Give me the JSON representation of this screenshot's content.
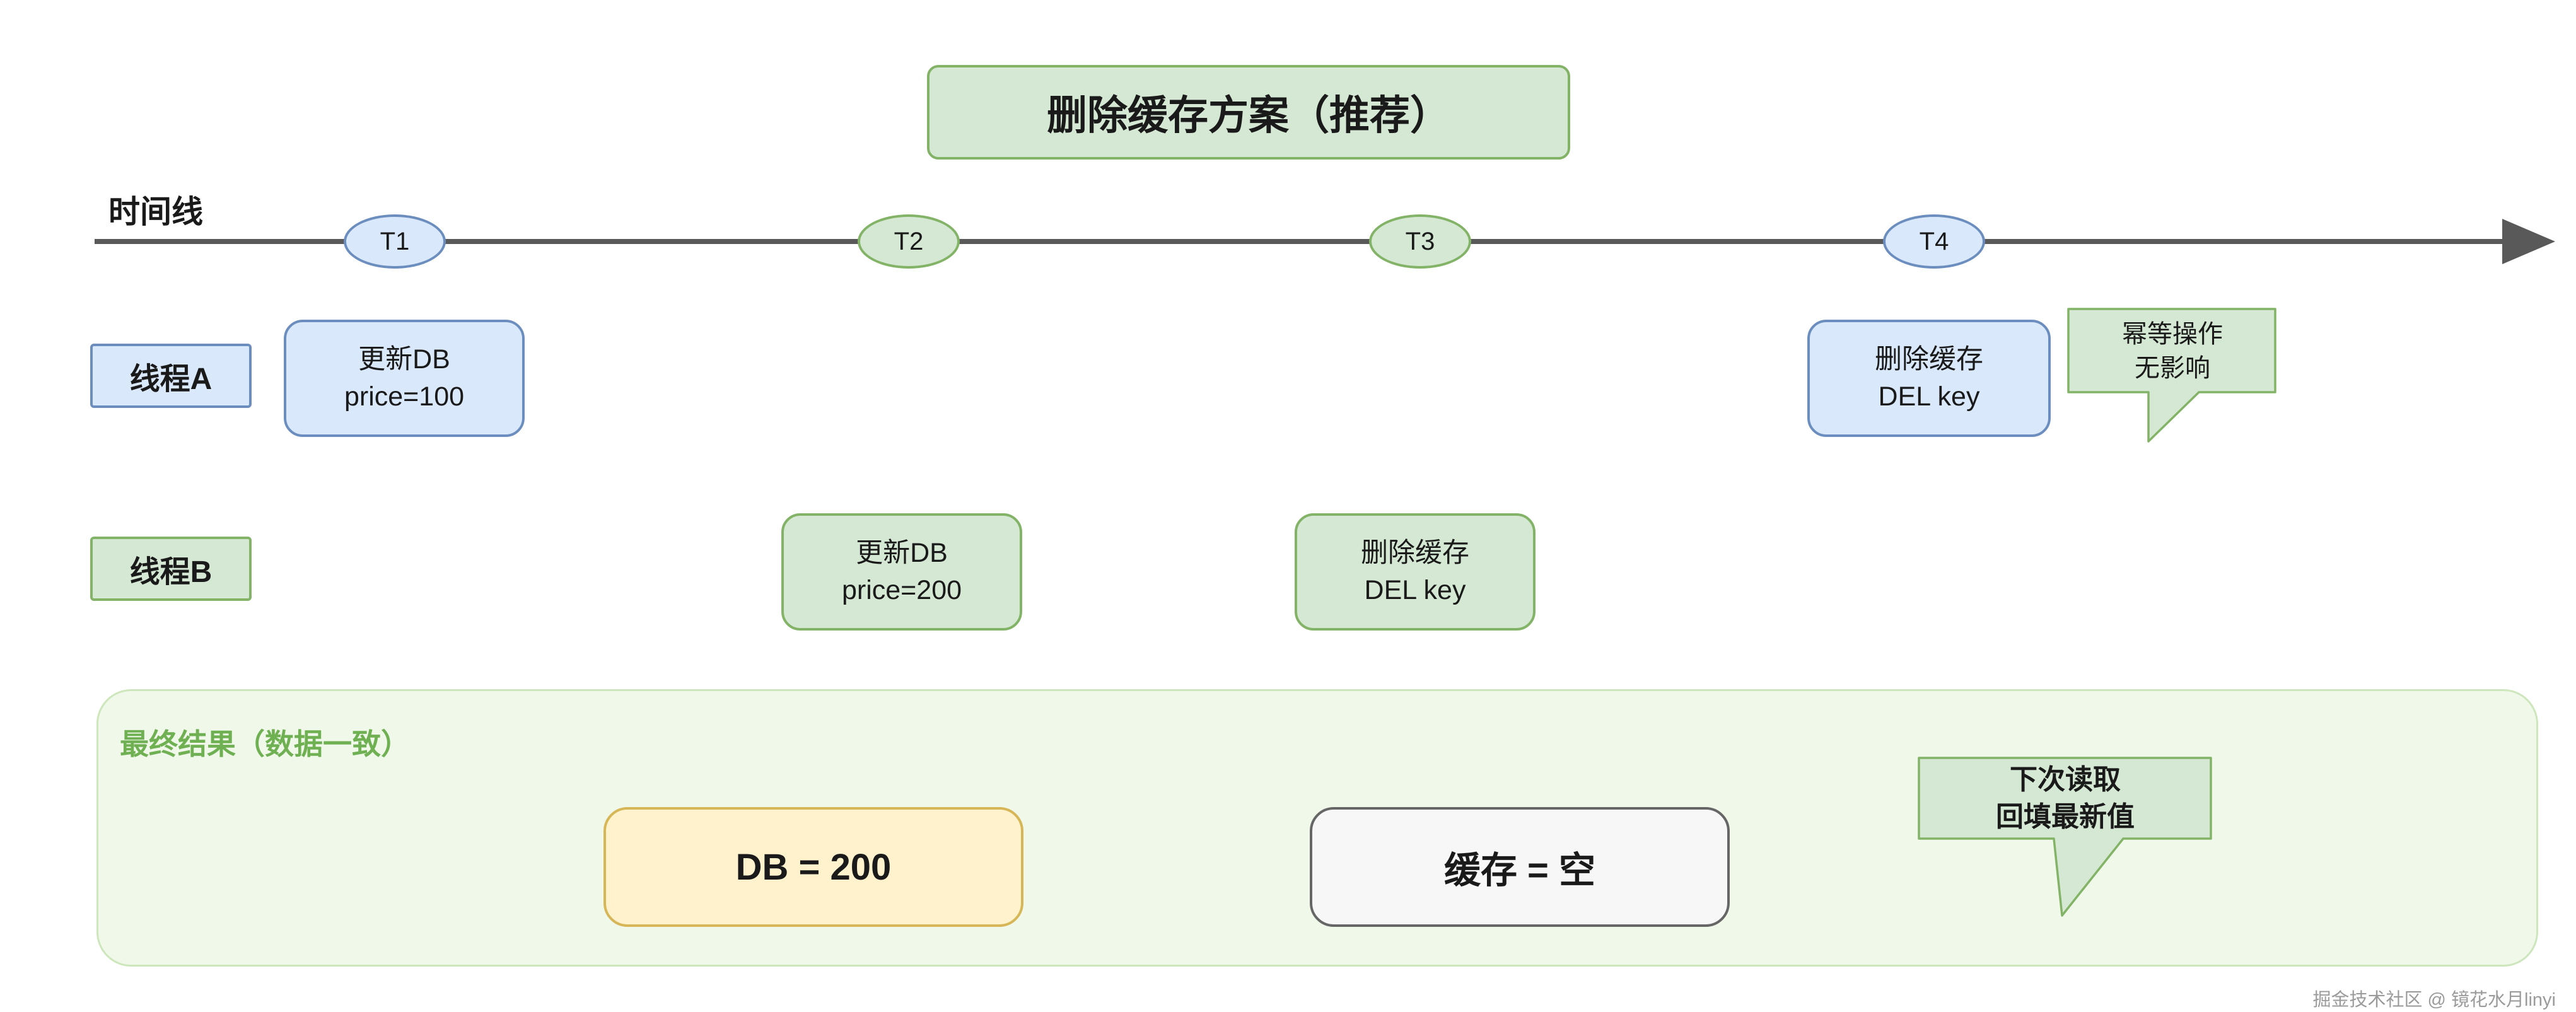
{
  "title": "删除缓存方案（推荐）",
  "timeline": {
    "label": "时间线",
    "points": {
      "t1": "T1",
      "t2": "T2",
      "t3": "T3",
      "t4": "T4"
    }
  },
  "thread_a": {
    "label": "线程A",
    "box1": {
      "line1": "更新DB",
      "line2": "price=100"
    },
    "box2": {
      "line1": "删除缓存",
      "line2": "DEL key"
    },
    "callout": {
      "line1": "幂等操作",
      "line2": "无影响"
    }
  },
  "thread_b": {
    "label": "线程B",
    "box1": {
      "line1": "更新DB",
      "line2": "price=200"
    },
    "box2": {
      "line1": "删除缓存",
      "line2": "DEL key"
    }
  },
  "result": {
    "label": "最终结果（数据一致）",
    "db_value": "DB = 200",
    "cache_value": "缓存 = 空",
    "callout": {
      "line1": "下次读取",
      "line2": "回填最新值"
    }
  },
  "watermark": "掘金技术社区 @ 镜花水月linyi",
  "colors": {
    "blue_fill": "#dae8fc",
    "blue_stroke": "#6c8ebf",
    "green_fill": "#d5e8d4",
    "green_stroke": "#82b366",
    "yellow_fill": "#fff2cc",
    "yellow_stroke": "#d6b656",
    "gray_fill": "#f7f7f7",
    "gray_stroke": "#666666",
    "panel_fill": "#f0f8ea",
    "panel_stroke": "#cde6bc",
    "panel_label": "#6fb052",
    "timeline_color": "#595959"
  }
}
